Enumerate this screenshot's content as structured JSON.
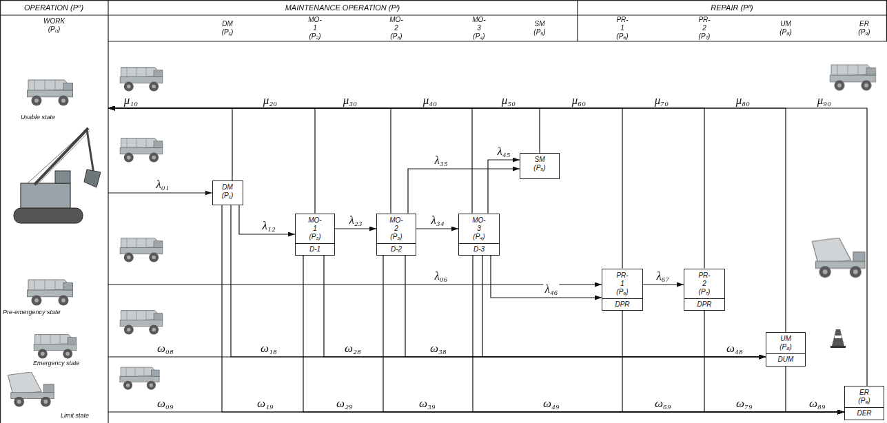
{
  "diagram": {
    "nodes": [
      {
        "text": [
          "WORK (P₀)"
        ]
      },
      {
        "text": [
          "DM (P₁)"
        ]
      },
      {
        "text": [
          "MO-1 (P₂)",
          "D-1"
        ]
      },
      {
        "text": [
          "MO-2 (P₃)",
          "D-2"
        ]
      },
      {
        "text": [
          "MO-3 (P₄)",
          "D-3"
        ]
      },
      {
        "text": [
          "SM (P₅)"
        ]
      },
      {
        "text": [
          "PR-1 (P₆)",
          "DPR"
        ]
      },
      {
        "text": [
          "PR-2 (P₇)",
          "DPR"
        ]
      },
      {
        "text": [
          "UM (P₈)",
          "DUM"
        ]
      },
      {
        "text": [
          "ER (P₉)",
          "DER"
        ]
      }
    ],
    "edges": [
      {
        "from": 0,
        "to": 1,
        "arrow": "to",
        "label": "λ₀₁"
      },
      {
        "from": 1,
        "to": 2,
        "arrow": "to",
        "label": "λ₁₂"
      },
      {
        "from": 2,
        "to": 3,
        "arrow": "to",
        "label": "λ₂₃"
      },
      {
        "from": 3,
        "to": 4,
        "arrow": "to",
        "label": "λ₃₄"
      },
      {
        "from": 3,
        "to": 5,
        "arrow": "to",
        "label": "λ₃₅"
      },
      {
        "from": 4,
        "to": 5,
        "arrow": "to",
        "label": "λ₄₅"
      },
      {
        "from": 0,
        "to": 6,
        "arrow": "to",
        "label": "λ₀₆"
      },
      {
        "from": 4,
        "to": 6,
        "arrow": "to",
        "label": "λ₄₆"
      },
      {
        "from": 6,
        "to": 7,
        "arrow": "to",
        "label": "λ₆₇"
      },
      {
        "from": 0,
        "to": 8,
        "arrow": "to",
        "label": "ω₀₈"
      },
      {
        "from": 1,
        "to": 8,
        "arrow": "to",
        "label": "ω₁₈"
      },
      {
        "from": 2,
        "to": 8,
        "arrow": "to",
        "label": "ω₂₈"
      },
      {
        "from": 3,
        "to": 8,
        "arrow": "to",
        "label": "ω₃₈"
      },
      {
        "from": 4,
        "to": 8,
        "arrow": "to",
        "label": "ω₄₈"
      },
      {
        "from": 0,
        "to": 9,
        "arrow": "to",
        "label": "ω₀₉"
      },
      {
        "from": 1,
        "to": 9,
        "arrow": "to",
        "label": "ω₁₉"
      },
      {
        "from": 2,
        "to": 9,
        "arrow": "to",
        "label": "ω₂₉"
      },
      {
        "from": 3,
        "to": 9,
        "arrow": "to",
        "label": "ω₃₉"
      },
      {
        "from": 4,
        "to": 9,
        "arrow": "to",
        "label": "ω₄₉"
      },
      {
        "from": 6,
        "to": 9,
        "arrow": "to",
        "label": "ω₆₉"
      },
      {
        "from": 7,
        "to": 9,
        "arrow": "to",
        "label": "ω₇₉"
      },
      {
        "from": 8,
        "to": 9,
        "arrow": "to",
        "label": "ω₈₉"
      },
      {
        "from": 1,
        "to": 0,
        "arrow": "to",
        "label": "μ₁₀"
      },
      {
        "from": 2,
        "to": 0,
        "arrow": "to",
        "label": "μ₂₀"
      },
      {
        "from": 3,
        "to": 0,
        "arrow": "to",
        "label": "μ₃₀"
      },
      {
        "from": 4,
        "to": 0,
        "arrow": "to",
        "label": "μ₄₀"
      },
      {
        "from": 5,
        "to": 0,
        "arrow": "to",
        "label": "μ₅₀"
      },
      {
        "from": 6,
        "to": 0,
        "arrow": "to",
        "label": "μ₆₀"
      },
      {
        "from": 7,
        "to": 0,
        "arrow": "to",
        "label": "μ₇₀"
      },
      {
        "from": 8,
        "to": 0,
        "arrow": "to",
        "label": "μ₈₀"
      },
      {
        "from": 9,
        "to": 0,
        "arrow": "to",
        "label": "μ₉₀"
      }
    ],
    "labels": [
      "OPERATION (P⁰)",
      "MAINTENANCE OPERATION (Pᴵ)",
      "REPAIR (Pᴵᴵ)",
      "DM (P₁)",
      "MO-1 (P₂)",
      "MO-2 (P₃)",
      "MO-3 (P₄)",
      "SM (P₅)",
      "PR-1 (P₆)",
      "PR-2 (P₇)",
      "UM (P₈)",
      "ER (P₉)",
      "Usable state",
      "Pre-emergency state",
      "Emergency state",
      "Limit state"
    ]
  }
}
